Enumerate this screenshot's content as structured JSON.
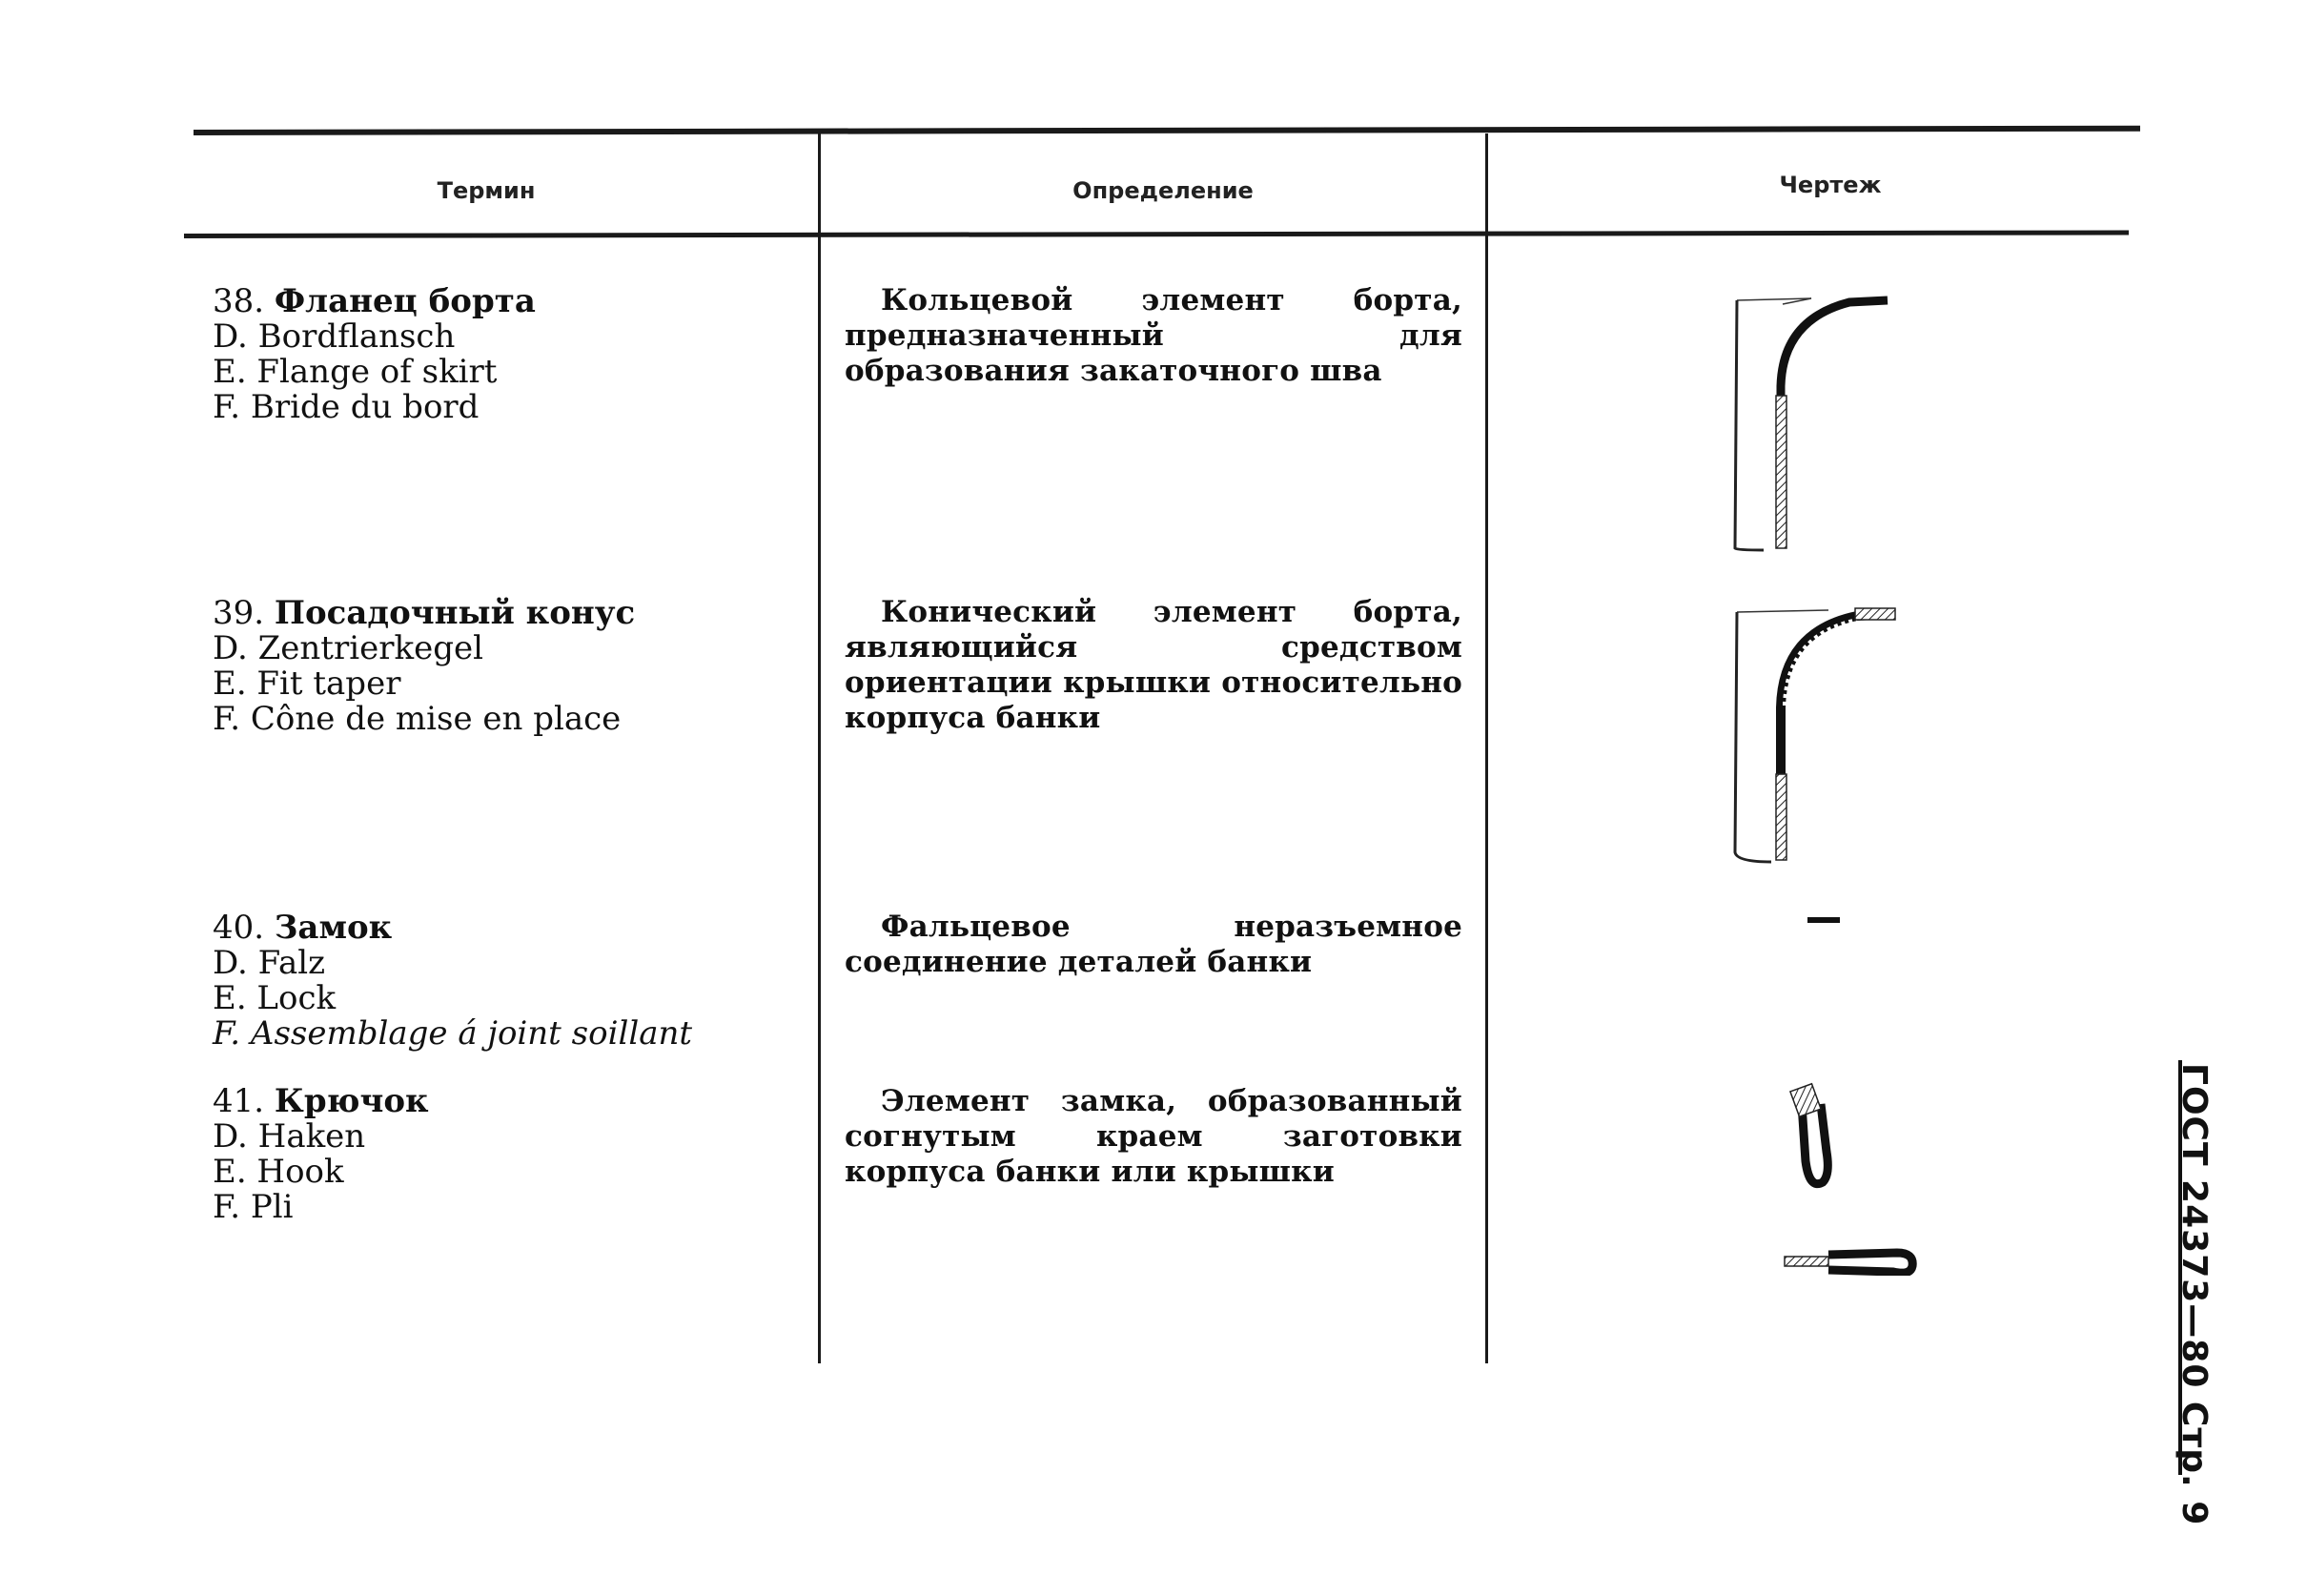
{
  "header": {
    "term": "Термин",
    "definition": "Определение",
    "drawing": "Чертеж"
  },
  "entries": [
    {
      "number": "38.",
      "title": "Фланец борта",
      "de": "D. Bordflansch",
      "en": "E. Flange of skirt",
      "fr": "F. Bride du bord",
      "definition": "Кольцевой элемент борта, предназначенный для образования закаточного шва"
    },
    {
      "number": "39.",
      "title": "Посадочный конус",
      "de": "D. Zentrierkegel",
      "en": "E. Fit taper",
      "fr": "F. Cône de mise en place",
      "definition": "Конический элемент борта, являющийся средством ориентации крышки относительно корпуса банки"
    },
    {
      "number": "40.",
      "title": "Замок",
      "de": "D. Falz",
      "en": "E. Lock",
      "fr": "F. Assemblage á joint soillant",
      "definition": "Фальцевое неразъемное соединение деталей банки"
    },
    {
      "number": "41.",
      "title": "Крючок",
      "de": "D. Haken",
      "en": "E. Hook",
      "fr": "F. Pli",
      "definition": "Элемент замка, образованный согнутым краем заготовки корпуса банки или крышки"
    }
  ],
  "stamp": "ГОСТ 24373—80 Стр. 9"
}
